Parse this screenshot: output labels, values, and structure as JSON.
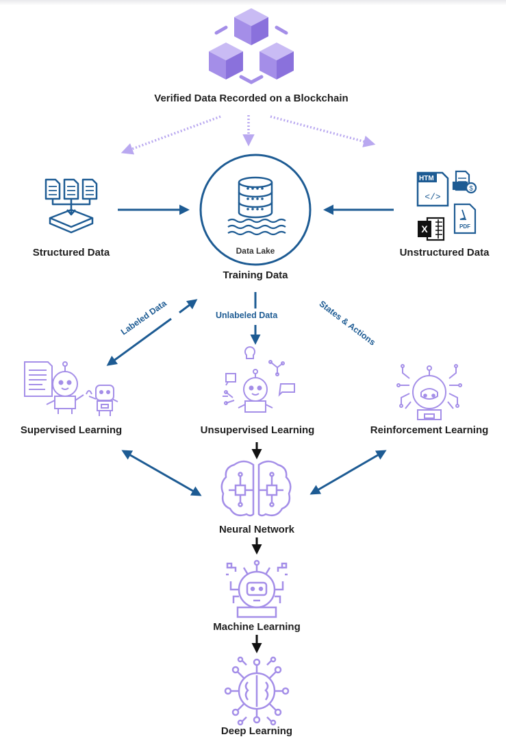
{
  "nodes": {
    "blockchain": "Verified Data Recorded on a Blockchain",
    "structured": "Structured Data",
    "training": "Training Data",
    "data_lake": "Data Lake",
    "unstructured": "Unstructured Data",
    "supervised": "Supervised Learning",
    "unsupervised": "Unsupervised Learning",
    "reinforcement": "Reinforcement Learning",
    "neural": "Neural Network",
    "machine": "Machine Learning",
    "deep": "Deep Learning"
  },
  "edges": {
    "labeled": "Labeled Data",
    "unlabeled": "Unlabeled Data",
    "states": "States & Actions"
  },
  "file_icons": {
    "html": "HTM",
    "pdf": "PDF",
    "excel": "X"
  },
  "colors": {
    "purple": "#9b86e4",
    "purple_light": "#b9a8f0",
    "blue": "#1d5b93",
    "black": "#111111"
  }
}
